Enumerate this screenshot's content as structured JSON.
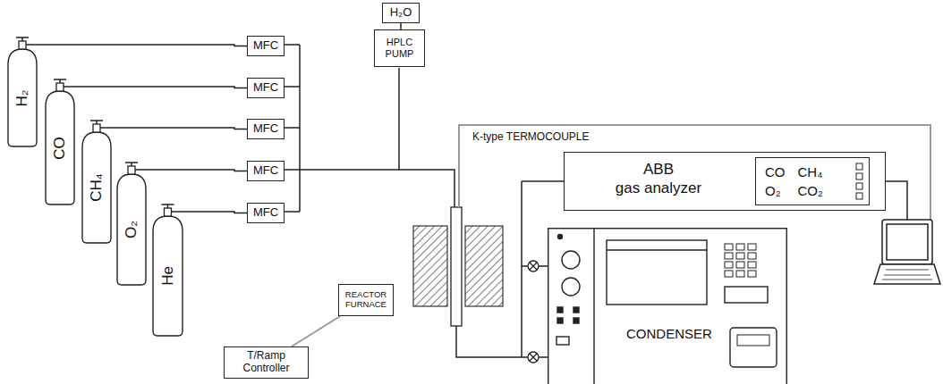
{
  "diagram": {
    "nodes": [
      {
        "text": [
          "H₂"
        ]
      },
      {
        "text": [
          "CO"
        ]
      },
      {
        "text": [
          "CH₄"
        ]
      },
      {
        "text": [
          "O₂"
        ]
      },
      {
        "text": [
          "He"
        ]
      },
      {
        "text": [
          "MFC"
        ]
      },
      {
        "text": [
          "MFC"
        ]
      },
      {
        "text": [
          "MFC"
        ]
      },
      {
        "text": [
          "MFC"
        ]
      },
      {
        "text": [
          "MFC"
        ]
      },
      {
        "text": [
          "H₂O"
        ]
      },
      {
        "text": [
          "HPLC PUMP"
        ]
      },
      {
        "text": [
          "REACTOR FURNACE"
        ]
      },
      {
        "text": [
          "T/Ramp Controller"
        ]
      },
      {
        "text": [
          "ABB",
          "gas analyzer"
        ]
      },
      {
        "text": [
          "CO",
          "CH₄",
          "O₂",
          "CO₂"
        ],
        "in": 14
      },
      {
        "text": [
          "CONDENSER"
        ]
      }
    ],
    "edges": [
      {
        "from": 0,
        "to": 5,
        "arrow": "none"
      },
      {
        "from": 1,
        "to": 6,
        "arrow": "none"
      },
      {
        "from": 2,
        "to": 7,
        "arrow": "none"
      },
      {
        "from": 3,
        "to": 8,
        "arrow": "none"
      },
      {
        "from": 4,
        "to": 9,
        "arrow": "none"
      },
      {
        "from": 10,
        "to": 11,
        "arrow": "none"
      },
      {
        "from": 13,
        "to": 12,
        "arrow": "none"
      }
    ],
    "labels": [
      "K-type TERMOCOUPLE"
    ]
  }
}
